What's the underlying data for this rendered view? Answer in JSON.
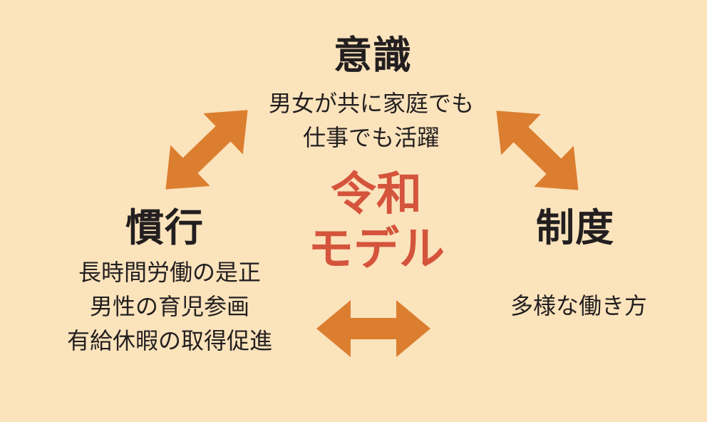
{
  "colors": {
    "background": "#FBE3BC",
    "arrow": "#DC7E2F",
    "accent_red": "#D5543C",
    "text": "#231F20"
  },
  "center": {
    "title_line1": "令和",
    "title_line2": "モデル"
  },
  "nodes": {
    "awareness": {
      "title": "意識",
      "lines": [
        "男女が共に家庭でも",
        "仕事でも活躍"
      ]
    },
    "practices": {
      "title": "慣行",
      "lines": [
        "長時間労働の是正",
        "男性の育児参画",
        "有給休暇の取得促進"
      ]
    },
    "systems": {
      "title": "制度",
      "lines": [
        "多様な働き方"
      ]
    }
  },
  "icons": {
    "awareness_practices": "double-arrow-diagonal",
    "awareness_systems": "double-arrow-diagonal",
    "practices_systems": "double-arrow-horizontal"
  }
}
